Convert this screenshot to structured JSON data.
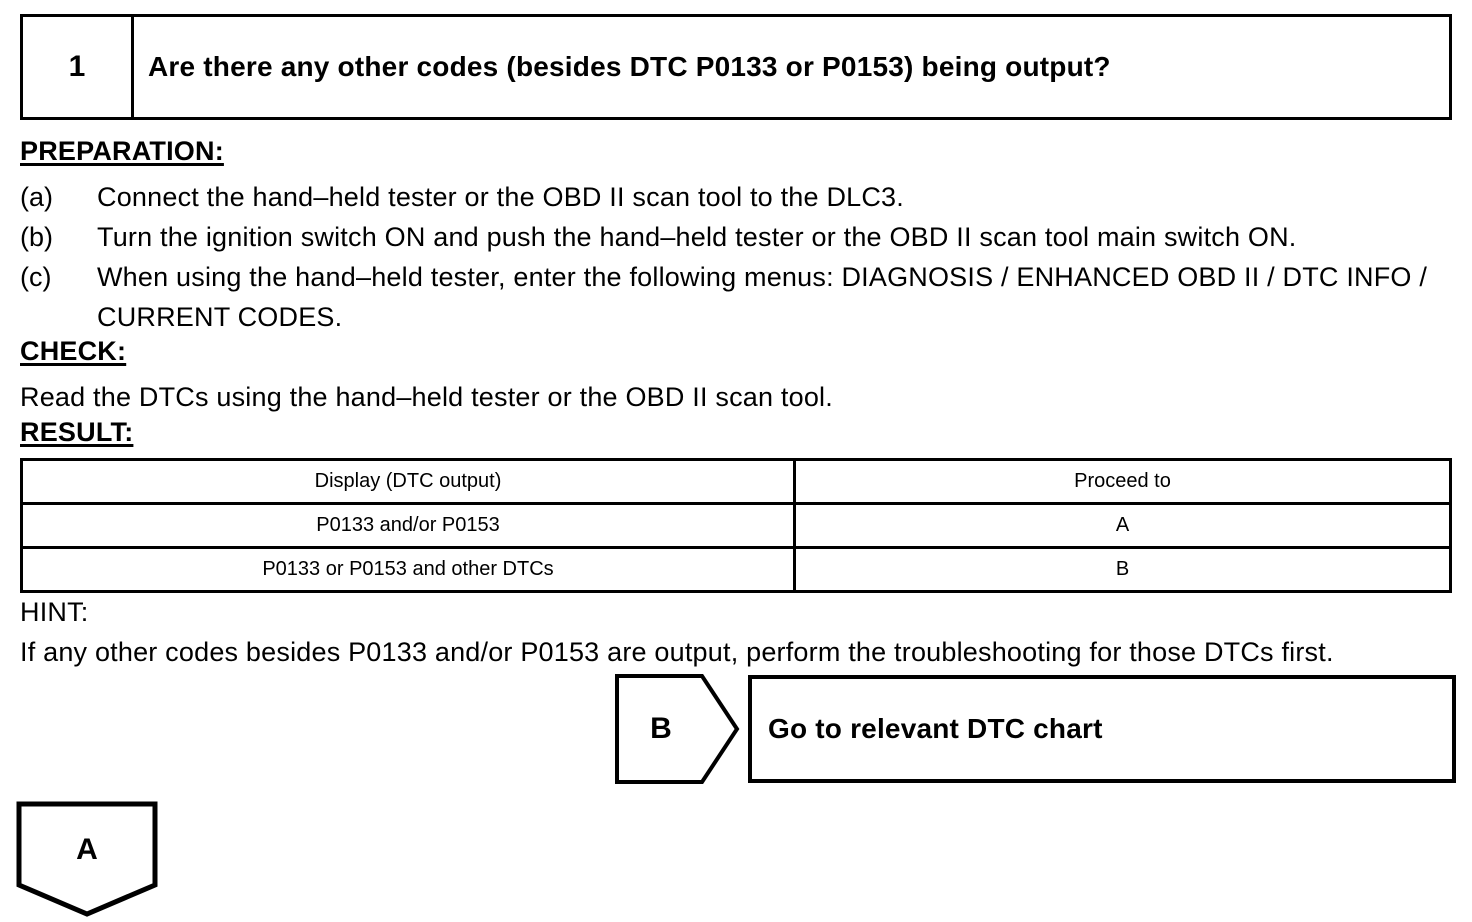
{
  "question_box": {
    "number": "1",
    "question": "Are there any other codes (besides DTC P0133 or P0153) being output?"
  },
  "preparation": {
    "heading": "PREPARATION:",
    "items": [
      {
        "label": "(a)",
        "text": "Connect the hand–held tester or the OBD II scan tool to the DLC3."
      },
      {
        "label": "(b)",
        "text": "Turn the ignition switch ON and push the hand–held tester or the OBD II scan tool main switch ON."
      },
      {
        "label": "(c)",
        "text": "When using the hand–held tester, enter the following menus: DIAGNOSIS / ENHANCED OBD II / DTC INFO / CURRENT CODES."
      }
    ]
  },
  "check": {
    "heading": "CHECK:",
    "text": "Read the DTCs using the hand–held tester or the OBD II scan tool."
  },
  "result": {
    "heading": "RESULT:",
    "table": {
      "columns": [
        "Display (DTC output)",
        "Proceed to"
      ],
      "rows": [
        {
          "display": "P0133 and/or P0153",
          "proceed_to": "A"
        },
        {
          "display": "P0133 or P0153 and other DTCs",
          "proceed_to": "B"
        }
      ]
    }
  },
  "hint": {
    "label": "HINT:",
    "text": "If any other codes besides P0133 and/or P0153 are output, perform the troubleshooting for those DTCs first."
  },
  "connectors": {
    "b": {
      "label": "B",
      "action": "Go to relevant DTC chart"
    },
    "a": {
      "label": "A"
    }
  },
  "colors": {
    "ink": "#000000",
    "background": "#ffffff"
  }
}
